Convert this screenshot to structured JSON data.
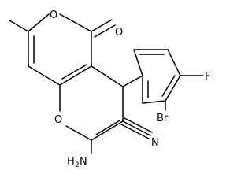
{
  "molecule": {
    "atoms": {
      "ring_o_top": "O",
      "carbonyl_o": "O",
      "ring_o_left": "O",
      "fluorine": "F",
      "bromine": "Br",
      "nitrile_n": "N",
      "amino_h": "H",
      "amino_sub": "2",
      "amino_n": "N"
    }
  }
}
